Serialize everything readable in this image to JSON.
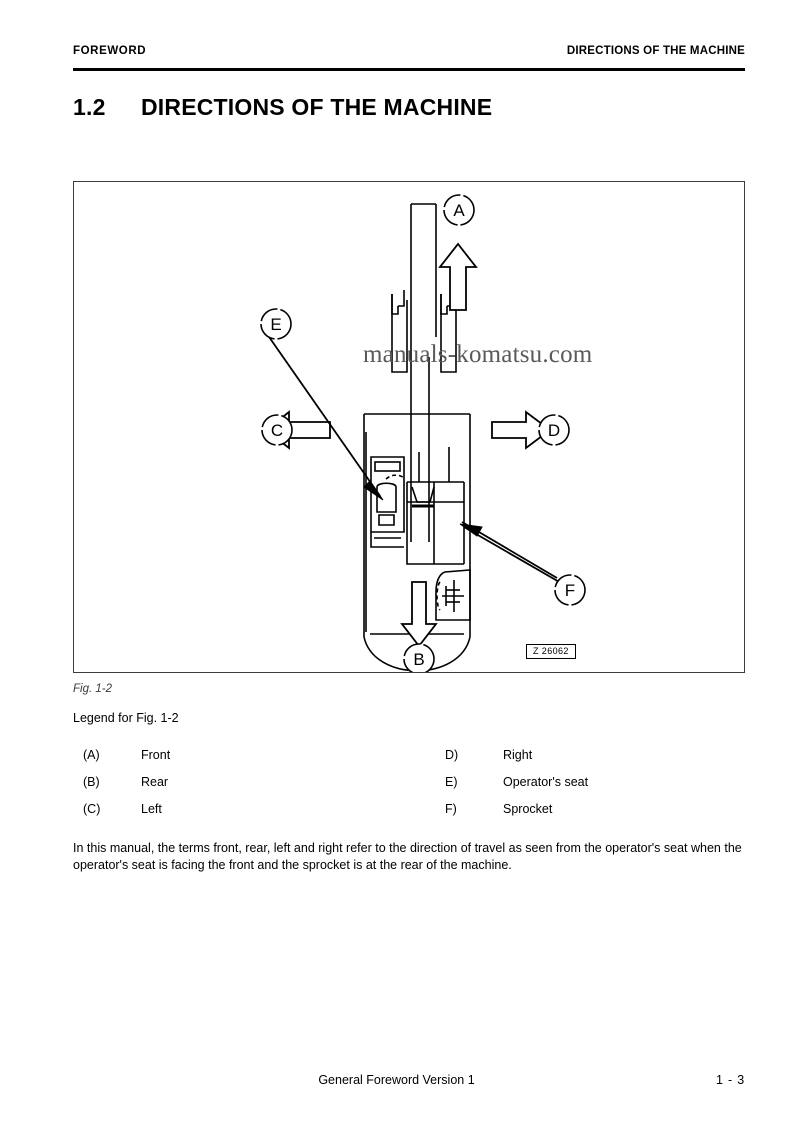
{
  "header": {
    "left": "FOREWORD",
    "right": "DIRECTIONS OF THE MACHINE"
  },
  "title": {
    "number": "1.2",
    "text": "DIRECTIONS OF THE MACHINE"
  },
  "figure": {
    "caption": "Fig. 1-2",
    "legend_title": "Legend for Fig. 1-2",
    "drawing_id": "Z 26062",
    "watermark": "manuals-komatsu.com",
    "callouts": {
      "a": "A",
      "b": "B",
      "c": "C",
      "d": "D",
      "e": "E",
      "f": "F"
    }
  },
  "legend": {
    "left": [
      {
        "key": "(A)",
        "value": "Front"
      },
      {
        "key": "(B)",
        "value": "Rear"
      },
      {
        "key": "(C)",
        "value": "Left"
      }
    ],
    "right": [
      {
        "key": "D)",
        "value": "Right"
      },
      {
        "key": "E)",
        "value": "Operator's seat"
      },
      {
        "key": "F)",
        "value": "Sprocket"
      }
    ]
  },
  "body": {
    "line1": "In this manual, the terms front, rear, left and right refer to the direction of travel as seen from the operator's seat",
    "line2": "when the operator's seat is facing the front and the sprocket is at the rear of the machine."
  },
  "footer": {
    "center": "General Foreword Version 1",
    "page": "1 - 3"
  },
  "colors": {
    "ink": "#000000",
    "frame": "#3d3d3d",
    "watermark": "#5a5a5a"
  }
}
